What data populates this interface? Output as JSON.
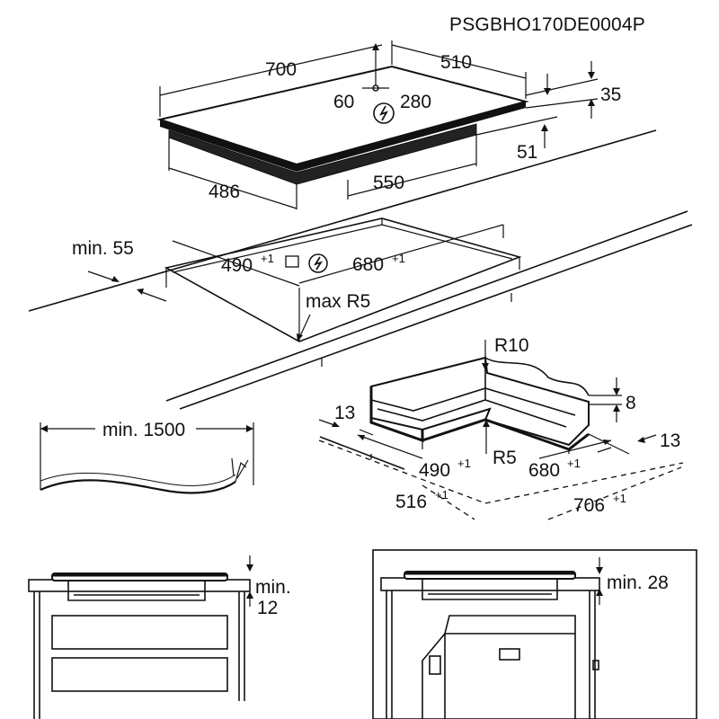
{
  "doc_code": "PSGBHO170DE0004P",
  "hob": {
    "width": "700",
    "depth": "510",
    "cable_offset_left": "60",
    "cable_offset_right": "280",
    "height_total": "35",
    "body_height": "51",
    "body_width": "550",
    "body_depth": "486"
  },
  "cutout": {
    "min_edge": "min. 55",
    "depth": "490",
    "depth_tol": "+1",
    "width": "680",
    "width_tol": "+1",
    "radius": "max R5"
  },
  "cable": {
    "min_length": "min. 1500"
  },
  "frame": {
    "radius_outer": "R10",
    "radius_inner": "R5",
    "rebate_depth": "8",
    "rebate_left": "13",
    "rebate_right": "13",
    "inner_depth": "490",
    "inner_depth_tol": "+1",
    "inner_width": "680",
    "inner_width_tol": "+1",
    "outer_depth": "516",
    "outer_depth_tol": "+1",
    "outer_width": "706",
    "outer_width_tol": "+1"
  },
  "install_left": {
    "clearance_prefix": "min.",
    "clearance_value": "12"
  },
  "install_right": {
    "clearance": "min. 28"
  },
  "icons": [
    "electrical-connection-icon"
  ]
}
